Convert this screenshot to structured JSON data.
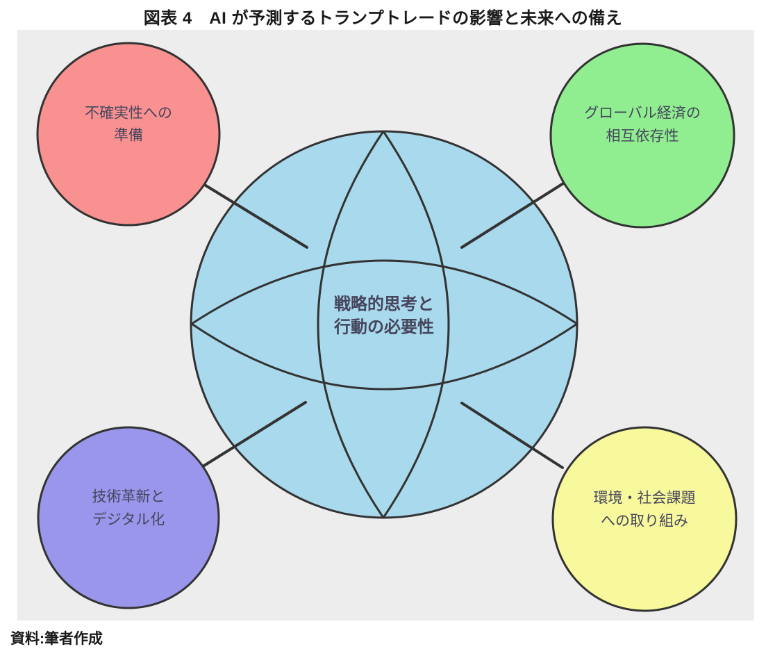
{
  "title": "図表 4　AI が予測するトランプトレードの影響と未来への備え",
  "caption": "資料:筆者作成",
  "diagram": {
    "panel_bg": "#ededed",
    "stroke": "#333333",
    "text_color": "#45455c",
    "center": {
      "label_line1": "戦略的思考と",
      "label_line2": "行動の必要性",
      "fill": "#a9d9ec"
    },
    "nodes": {
      "top_left": {
        "label_line1": "不確実性への",
        "label_line2": "準備",
        "fill": "#fa9191"
      },
      "top_right": {
        "label_line1": "グローバル経済の",
        "label_line2": "相互依存性",
        "fill": "#90ee90"
      },
      "bottom_left": {
        "label_line1": "技術革新と",
        "label_line2": "デジタル化",
        "fill": "#9a96ec"
      },
      "bottom_right": {
        "label_line1": "環境・社会課題",
        "label_line2": "への取り組み",
        "fill": "#f8f89c"
      }
    }
  }
}
